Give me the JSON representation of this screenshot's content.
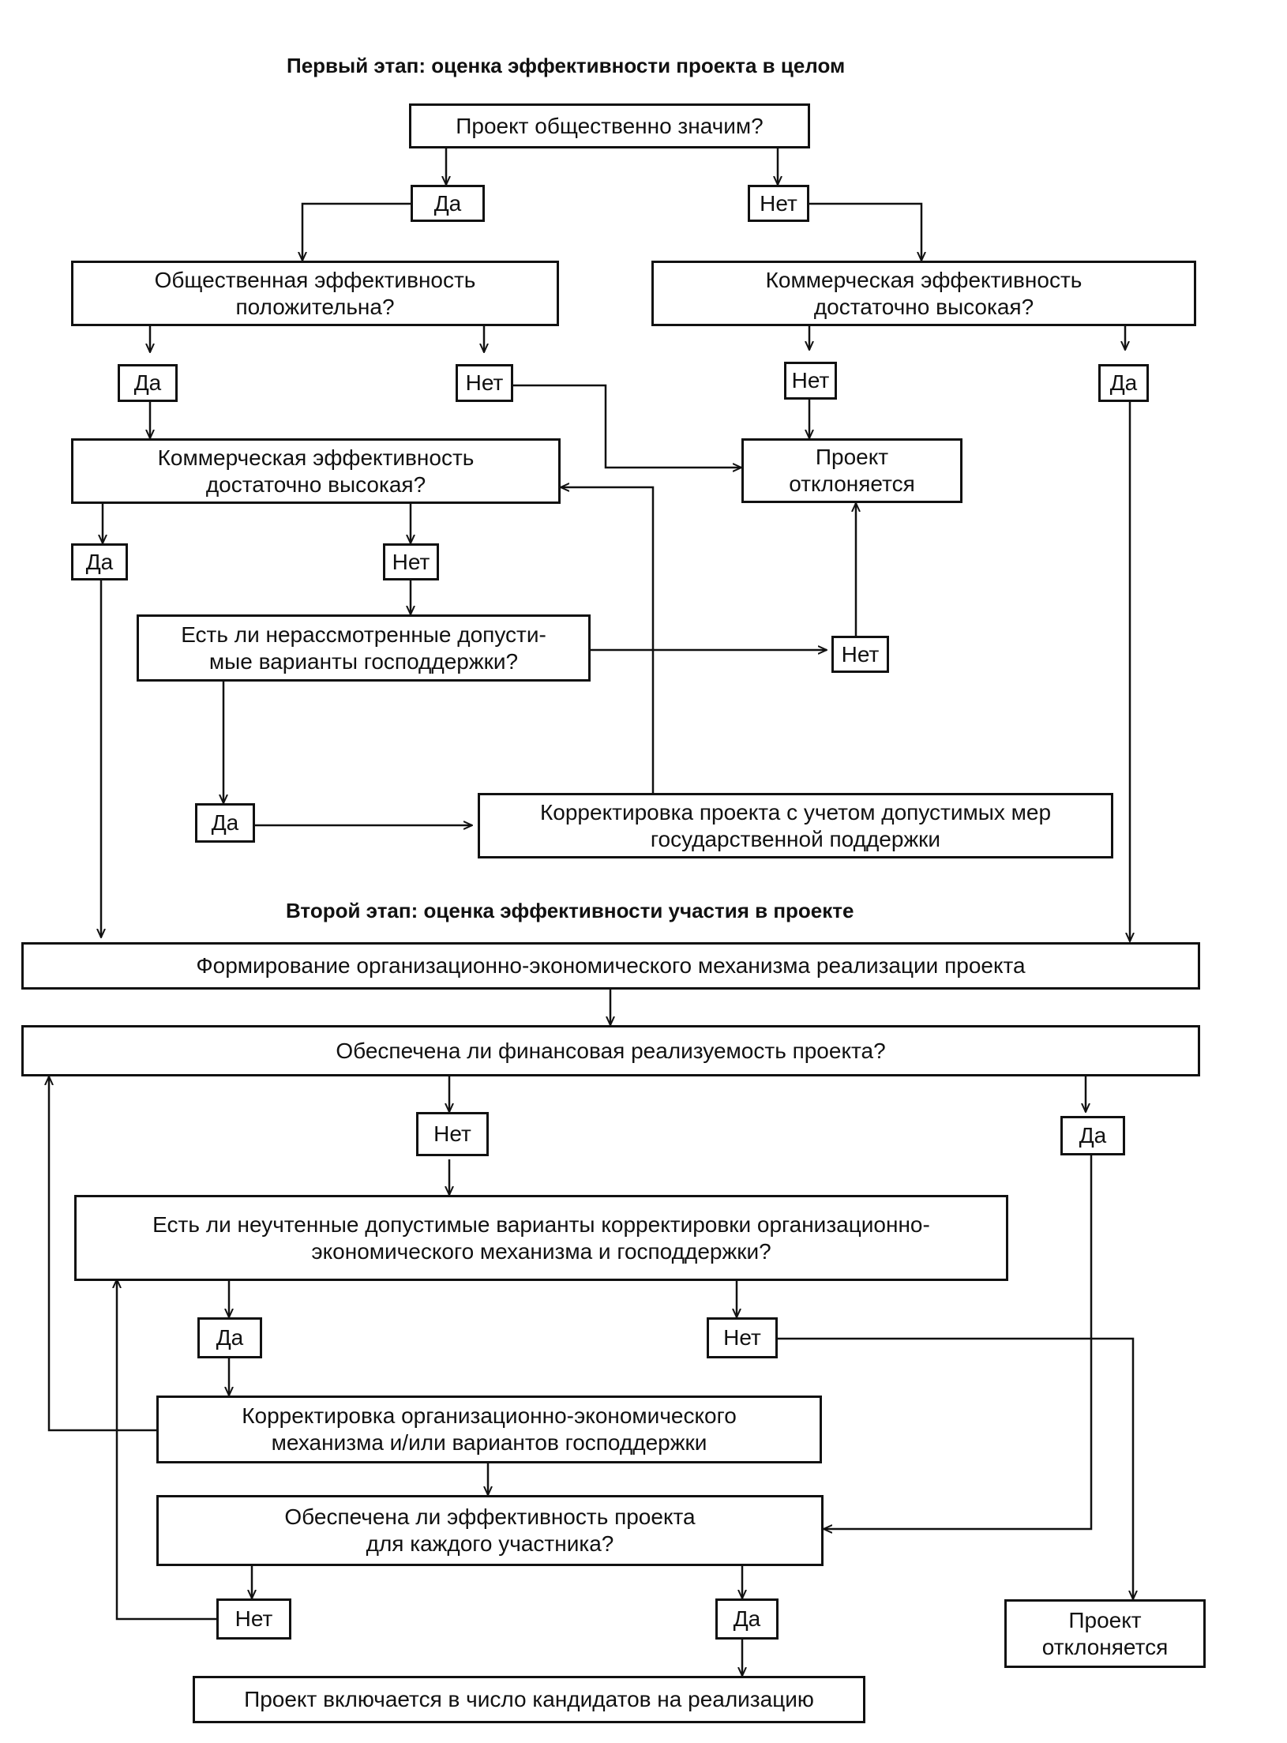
{
  "stage1": {
    "title": "Первый этап: оценка эффективности проекта в целом",
    "q_social": "Проект общественно значим?",
    "q_public_eff": "Общественная эффективность\nположительна?",
    "q_comm_eff_right": "Коммерческая эффективность\nдостаточно высокая?",
    "q_comm_eff_left": "Коммерческая эффективность\nдостаточно высокая?",
    "rejected": "Проект\nотклоняется",
    "q_support": "Есть ли нерассмотренные допусти-\nмые варианты господдержки?",
    "adjust": "Корректировка проекта с учетом допустимых мер\nгосударственной поддержки"
  },
  "stage2": {
    "title": "Второй этап: оценка эффективности участия в проекте",
    "form_mechanism": "Формирование организационно-экономического механизма реализации проекта",
    "q_finance": "Обеспечена ли финансовая реализуемость проекта?",
    "q_unaccounted": "Есть ли неучтенные допустимые варианты корректировки организационно-\nэкономического механизма и господдержки?",
    "adjust_mechanism": "Корректировка организационно-экономического\nмеханизма и/или вариантов господдержки",
    "q_participant": "Обеспечена ли эффективность проекта\nдля каждого участника?",
    "rejected": "Проект\nотклоняется",
    "candidate": "Проект включается в число кандидатов на реализацию"
  },
  "labels": {
    "yes": "Да",
    "no": "Нет"
  }
}
